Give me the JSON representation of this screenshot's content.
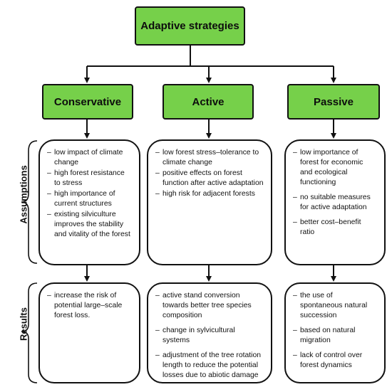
{
  "root": {
    "label": "Adaptive strategies"
  },
  "categories": [
    {
      "label": "Conservative"
    },
    {
      "label": "Active"
    },
    {
      "label": "Passive"
    }
  ],
  "rows": {
    "assumptions_label": "Assumptions",
    "results_label": "Results"
  },
  "assumptions": [
    {
      "items": [
        "low impact of climate change",
        "high forest resistance to stress",
        "high importance of current structures",
        "existing silviculture improves the stability and vitality of the forest"
      ]
    },
    {
      "items": [
        "low forest stress–tolerance to climate change",
        "positive effects on forest function after active adaptation",
        "high risk for adjacent forests"
      ]
    },
    {
      "items": [
        "low importance of forest for economic and ecological functioning",
        "no suitable measures for active adaptation",
        "better cost–benefit ratio"
      ]
    }
  ],
  "results": [
    {
      "items": [
        "increase the risk of potential large–scale forest loss."
      ]
    },
    {
      "items": [
        "active stand conversion towards better tree species composition",
        "change in sylvicultural systems",
        "adjustment of the tree rotation length to reduce the potential losses due to abiotic damage"
      ]
    },
    {
      "items": [
        "the use of spontaneous natural succession",
        "based on natural migration",
        "lack of control over forest dynamics"
      ]
    }
  ]
}
